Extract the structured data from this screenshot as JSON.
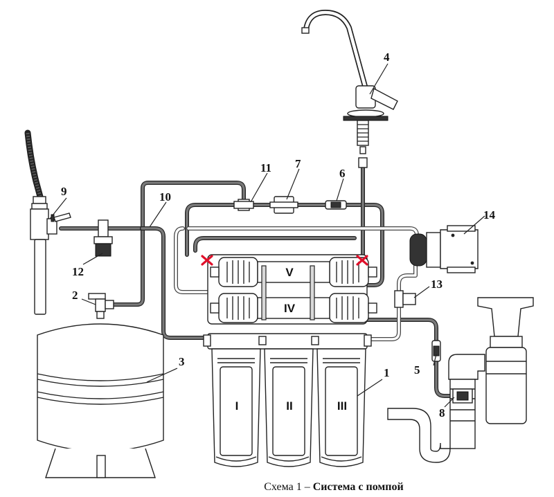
{
  "labels": {
    "l1": "1",
    "l2": "2",
    "l3": "3",
    "l4": "4",
    "l5": "5",
    "l6": "6",
    "l7": "7",
    "l8": "8",
    "l9": "9",
    "l10": "10",
    "l11": "11",
    "l12": "12",
    "l13": "13",
    "l14": "14"
  },
  "stages": {
    "s1": "I",
    "s2": "II",
    "s3": "III",
    "s4": "IV",
    "s5": "V"
  },
  "caption": {
    "prefix": "Схема 1 – ",
    "title": "Система с помпой"
  },
  "colors": {
    "line": "#222222",
    "tube_fill": "#7a7a7a",
    "blocked_marker": "#e0102a"
  }
}
